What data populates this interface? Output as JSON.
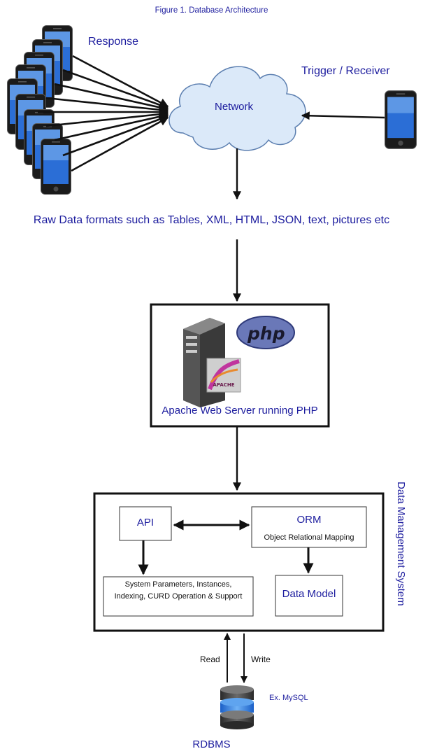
{
  "title": "Figure 1. Database Architecture",
  "labels": {
    "response": "Response",
    "trigger": "Trigger / Receiver",
    "network": "Network",
    "raw_data": "Raw Data formats such as Tables, XML, HTML, JSON,  text, pictures etc",
    "server": "Apache Web Server running PHP",
    "dms": "Data Management System",
    "api": "API",
    "orm_title": "ORM",
    "orm_subtitle": "Object Relational Mapping",
    "system_line1": "System Parameters, Instances,",
    "system_line2": "Indexing, CURD Operation & Support",
    "data_model": "Data Model",
    "read": "Read",
    "write": "Write",
    "example_db": "Ex. MySQL",
    "rdbms": "RDBMS"
  },
  "logo": {
    "php_text": "php",
    "apache_text": "APACHE"
  },
  "icons": [
    "phone-icon",
    "cloud-icon",
    "server-icon",
    "php-logo-icon",
    "database-icon"
  ],
  "colors": {
    "label_text": "#1c1c9e",
    "line": "#111111",
    "cloud": "#dbe9f9",
    "php_logo": "#6a78b8"
  }
}
